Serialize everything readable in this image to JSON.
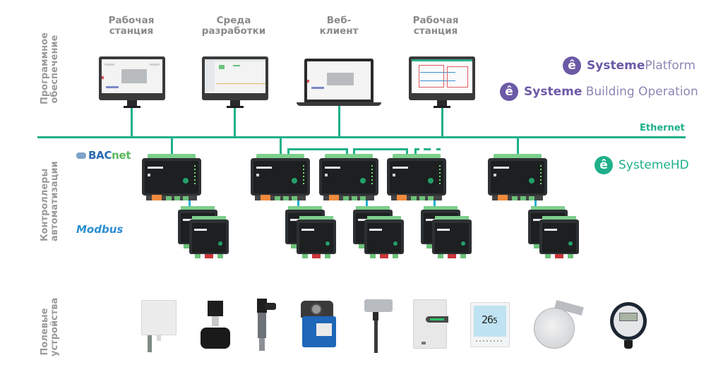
{
  "sections": {
    "software": "Программное\nобеспечение",
    "controllers": "Контроллеры\nавтоматизации",
    "field_devices": "Полевые\nустройства"
  },
  "clients": [
    {
      "label": "Рабочая\nстанция",
      "kind": "monitor"
    },
    {
      "label": "Среда\nразработки",
      "kind": "monitor"
    },
    {
      "label": "Веб-\nклиент",
      "kind": "laptop"
    },
    {
      "label": "Рабочая\nстанция",
      "kind": "monitor"
    }
  ],
  "brands": {
    "platform": {
      "strong": "Systeme",
      "light": "Platform",
      "icon": "ê",
      "color": "#6b5aa6"
    },
    "building_operation": {
      "strong": "Systeme",
      "light": " Building Operation",
      "icon": "ê",
      "color": "#6b5aa6"
    },
    "hd": {
      "text": "SystemeHD",
      "icon": "ê",
      "color": "#1fb08a"
    }
  },
  "network": {
    "ethernet_label": "Ethernet",
    "ethernet_color": "#1fb08a",
    "modbus_link_color": "#27b0d6"
  },
  "protocols": {
    "bacnet_main": "BAC",
    "bacnet_suffix": "net",
    "modbus": "Modbus"
  },
  "controllers": [
    {
      "name": "controller-1",
      "io_modules": 2
    },
    {
      "name": "controller-2",
      "io_modules": 2
    },
    {
      "name": "controller-3",
      "io_modules": 2
    },
    {
      "name": "controller-4",
      "io_modules": 2
    },
    {
      "name": "controller-5",
      "io_modules": 2
    }
  ],
  "field_devices": [
    {
      "name": "humidity-sensor"
    },
    {
      "name": "control-valve"
    },
    {
      "name": "pressure-transmitter"
    },
    {
      "name": "damper-actuator"
    },
    {
      "name": "duct-temperature-sensor"
    },
    {
      "name": "room-air-quality-sensor"
    },
    {
      "name": "thermostat",
      "display": "26",
      "display_small": "5"
    },
    {
      "name": "differential-pressure-switch"
    },
    {
      "name": "pressure-display-transmitter"
    }
  ]
}
